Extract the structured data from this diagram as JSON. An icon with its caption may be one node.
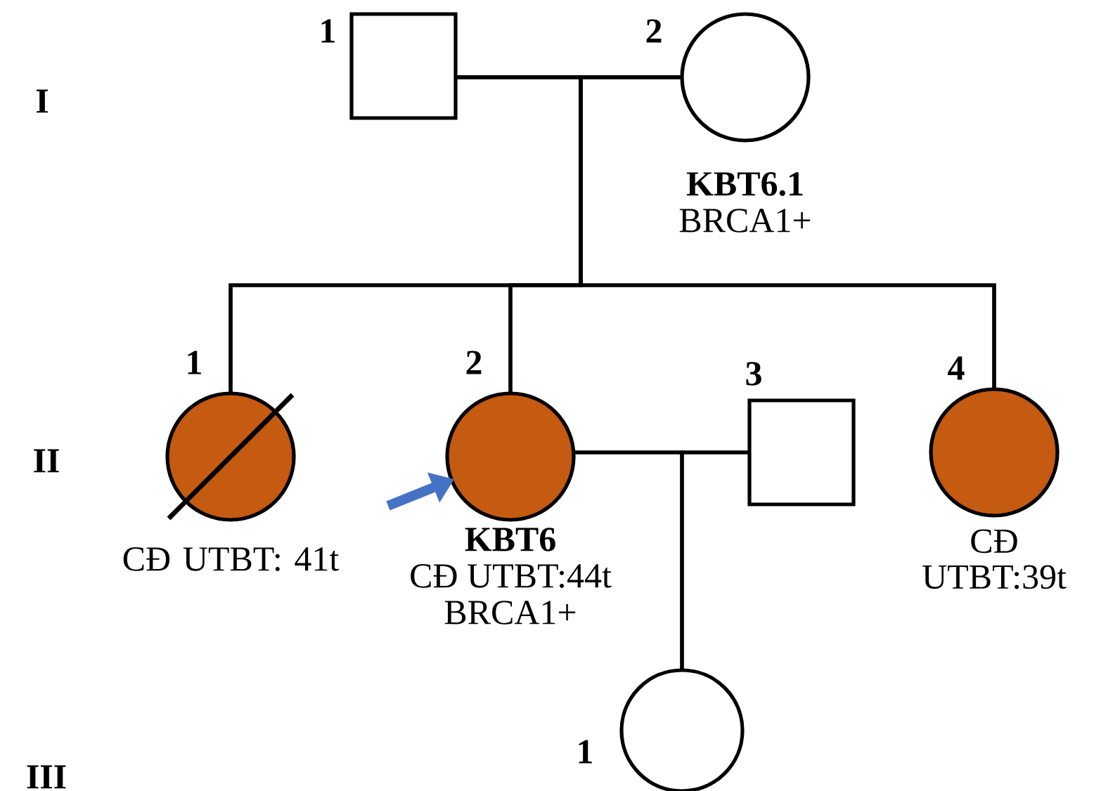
{
  "diagram": {
    "nodes": [
      {
        "text": [],
        "shape": "box",
        "beside": [
          "1"
        ]
      },
      {
        "text": [],
        "shape": "circle",
        "beside": [
          "2",
          "KBT6.1",
          "BRCA1+"
        ]
      },
      {
        "text": [],
        "shape": "circle",
        "beside": [
          "1",
          "CĐ UTBT: 41t"
        ]
      },
      {
        "text": [],
        "shape": "circle",
        "beside": [
          "2",
          "KBT6",
          "CĐ UTBT:44t",
          "BRCA1+"
        ]
      },
      {
        "text": [],
        "shape": "box",
        "beside": [
          "3"
        ]
      },
      {
        "text": [],
        "shape": "circle",
        "beside": [
          "4",
          "CĐ UTBT:39t"
        ]
      },
      {
        "text": [],
        "shape": "circle",
        "beside": [
          "1"
        ]
      }
    ],
    "edges": [
      {
        "from": 0,
        "to": 1,
        "arrow": "none"
      },
      {
        "from": 0,
        "to": 2,
        "arrow": "none"
      },
      {
        "from": 0,
        "to": 3,
        "arrow": "none"
      },
      {
        "from": 0,
        "to": 5,
        "arrow": "none"
      },
      {
        "from": 1,
        "to": 2,
        "arrow": "none"
      },
      {
        "from": 1,
        "to": 3,
        "arrow": "none"
      },
      {
        "from": 1,
        "to": 5,
        "arrow": "none"
      },
      {
        "from": 3,
        "to": 4,
        "arrow": "none"
      },
      {
        "from": 3,
        "to": 6,
        "arrow": "none"
      },
      {
        "from": 4,
        "to": 6,
        "arrow": "none"
      },
      {
        "from": null,
        "to": 3,
        "arrow": "to",
        "style": "thick",
        "color": "#4472c4"
      }
    ],
    "labels": [
      "I",
      "II",
      "III"
    ]
  }
}
